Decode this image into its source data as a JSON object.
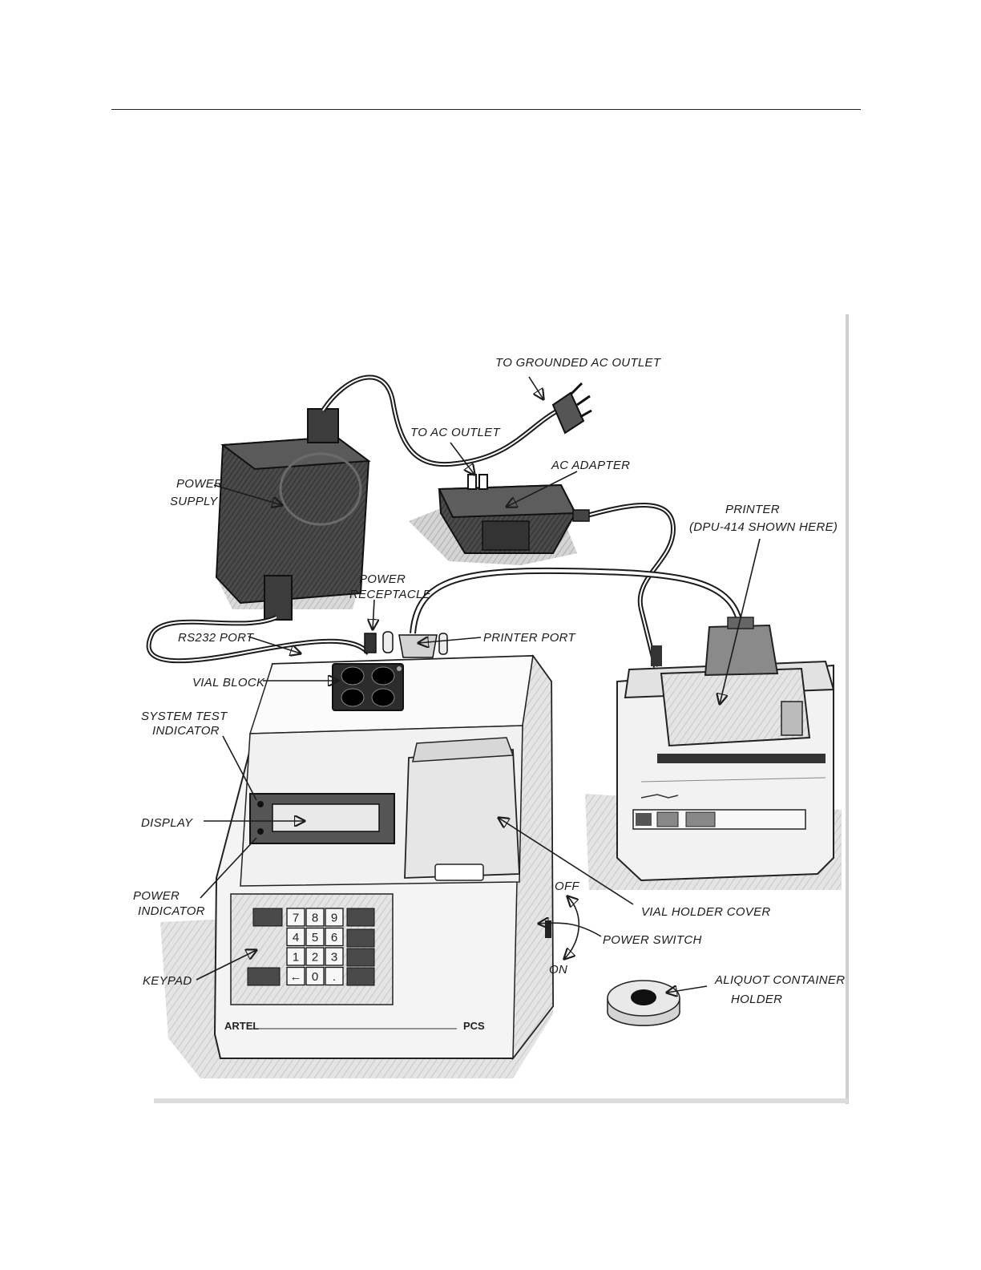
{
  "labels": {
    "to_grounded_ac_outlet": "TO GROUNDED AC OUTLET",
    "to_ac_outlet": "TO AC OUTLET",
    "ac_adapter": "AC ADAPTER",
    "power_supply_1": "POWER",
    "power_supply_2": "SUPPLY",
    "printer_1": "PRINTER",
    "printer_2": "(DPU-414 SHOWN HERE)",
    "power_receptacle_1": "POWER",
    "power_receptacle_2": "RECEPTACLE",
    "rs232_port": "RS232 PORT",
    "printer_port": "PRINTER PORT",
    "vial_block": "VIAL BLOCK",
    "system_test_indicator_1": "SYSTEM TEST",
    "system_test_indicator_2": "INDICATOR",
    "display": "DISPLAY",
    "power_indicator_1": "POWER",
    "power_indicator_2": "INDICATOR",
    "keypad": "KEYPAD",
    "vial_holder_cover": "VIAL HOLDER COVER",
    "off": "OFF",
    "on": "ON",
    "power_switch": "POWER SWITCH",
    "aliquot_container_holder_1": "ALIQUOT CONTAINER",
    "aliquot_container_holder_2": "HOLDER"
  },
  "keypad_keys": [
    "7",
    "8",
    "9",
    "4",
    "5",
    "6",
    "1",
    "2",
    "3",
    "←",
    "0",
    "."
  ],
  "device": {
    "brand": "ARTEL",
    "model": "PCS"
  },
  "colors": {
    "ink": "#1c1c1c",
    "shade": "#8a8a8a",
    "dark": "#3a3a3a",
    "paper": "#ffffff"
  }
}
